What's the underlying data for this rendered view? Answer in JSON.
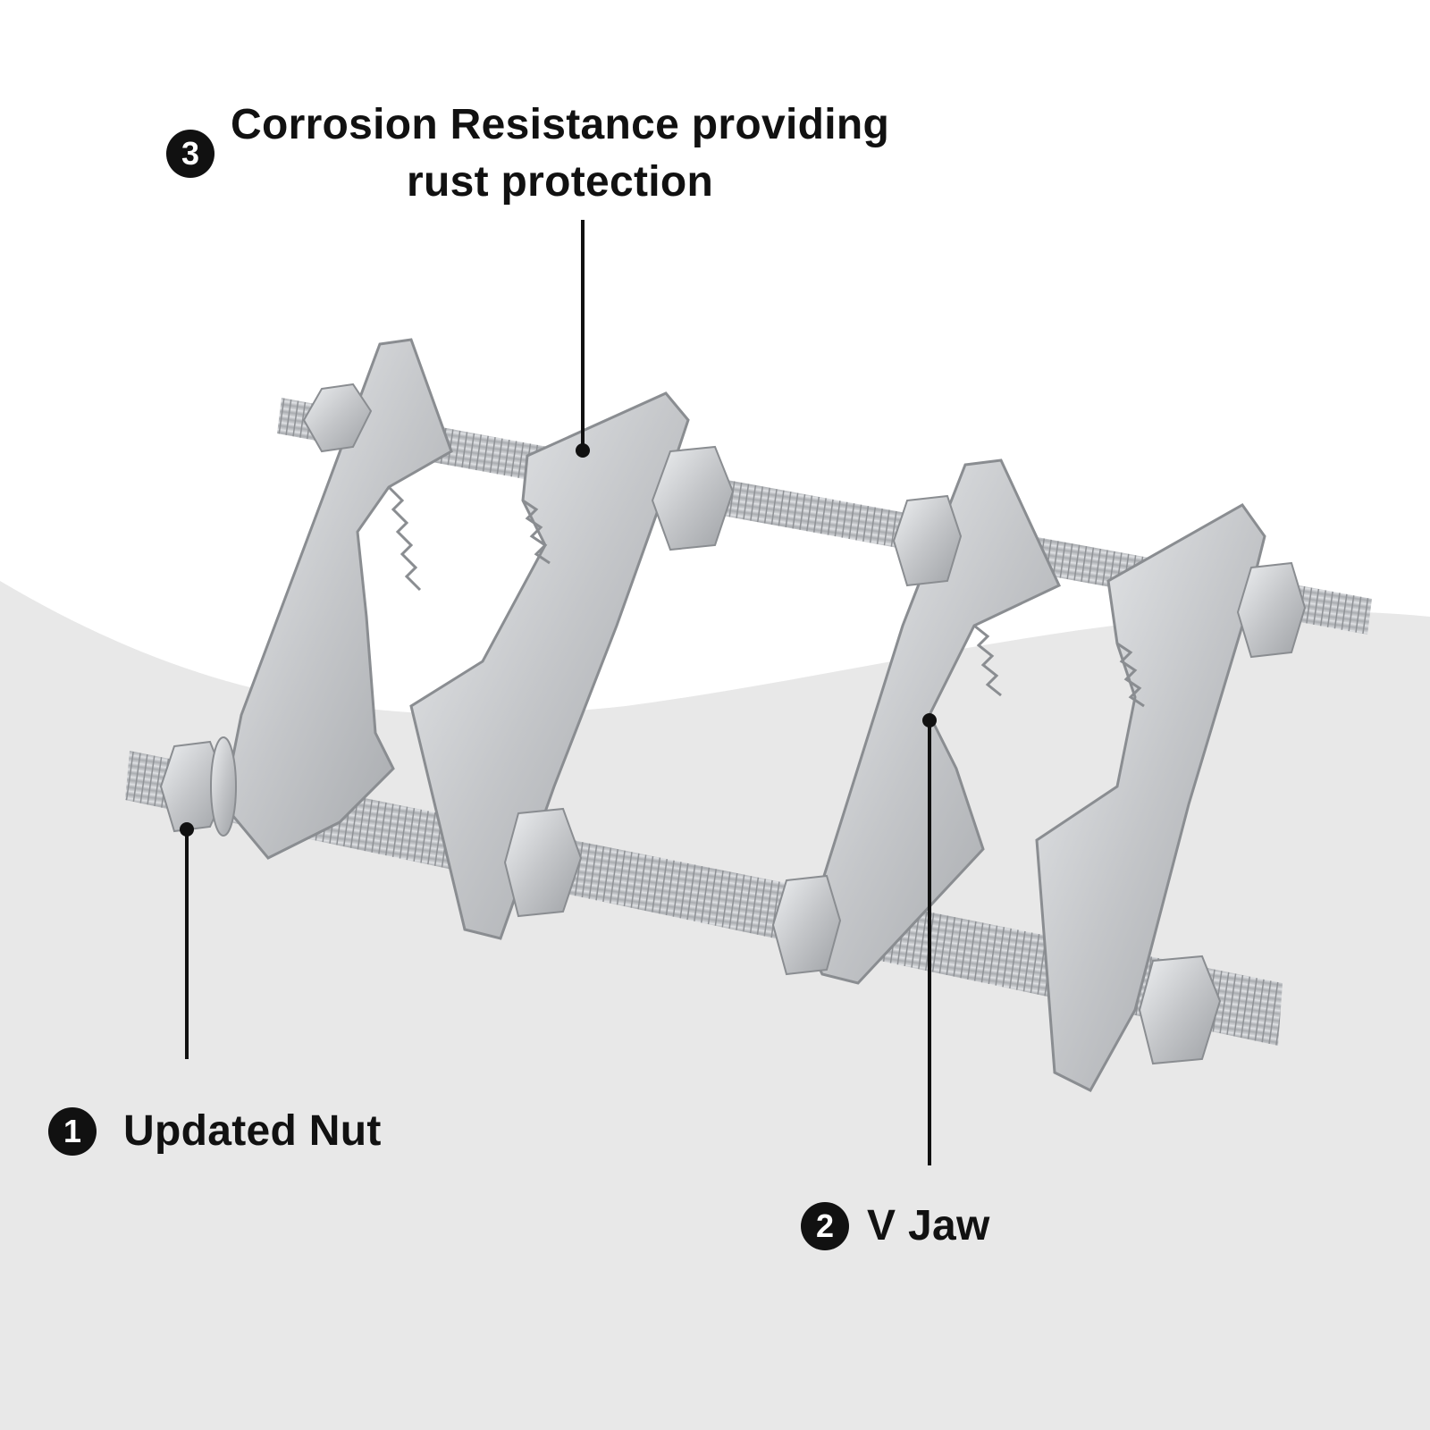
{
  "callouts": {
    "corrosion": {
      "number": "3",
      "line1": "Corrosion Resistance providing",
      "line2": "rust protection"
    },
    "nut": {
      "number": "1",
      "label": "Updated Nut"
    },
    "jaw": {
      "number": "2",
      "label": "V Jaw"
    }
  },
  "colors": {
    "background_light": "#ffffff",
    "background_gray": "#e8e8e8",
    "text": "#111111",
    "metal": "#c4c6c9"
  }
}
